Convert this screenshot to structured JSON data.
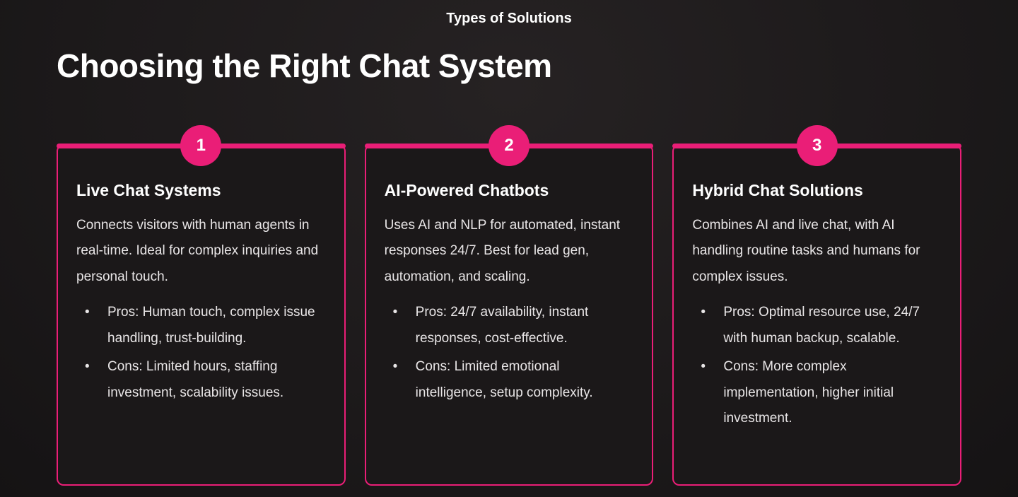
{
  "slide": {
    "kicker": "Types of Solutions",
    "title": "Choosing the Right Chat System"
  },
  "colors": {
    "background": "#1d1a1b",
    "accent-pink": "#ea1e77",
    "text-primary": "#ffffff",
    "text-body": "#e9e6e7"
  },
  "cards": [
    {
      "number": "1",
      "heading": "Live Chat Systems",
      "description": "Connects visitors with human agents in real-time. Ideal for complex inquiries and personal touch.",
      "bullets": [
        "Pros: Human touch, complex issue handling, trust-building.",
        "Cons: Limited hours, staffing investment, scalability issues."
      ]
    },
    {
      "number": "2",
      "heading": "AI-Powered Chatbots",
      "description": "Uses AI and NLP for automated, instant responses 24/7. Best for lead gen, automation, and scaling.",
      "bullets": [
        "Pros: 24/7 availability, instant responses, cost-effective.",
        "Cons: Limited emotional intelligence, setup complexity."
      ]
    },
    {
      "number": "3",
      "heading": "Hybrid Chat Solutions",
      "description": "Combines AI and live chat, with AI handling routine tasks and humans for complex issues.",
      "bullets": [
        "Pros: Optimal resource use, 24/7 with human backup, scalable.",
        "Cons: More complex implementation, higher initial investment."
      ]
    }
  ]
}
